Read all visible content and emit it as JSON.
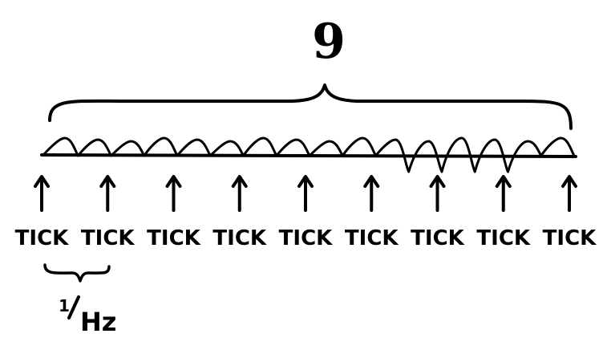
{
  "diagram": {
    "top_label": "9",
    "period_label": {
      "numerator": "1",
      "denominator": "Hz"
    },
    "ticks": [
      {
        "label": "TICK"
      },
      {
        "label": "TICK"
      },
      {
        "label": "TICK"
      },
      {
        "label": "TICK"
      },
      {
        "label": "TICK"
      },
      {
        "label": "TICK"
      },
      {
        "label": "TICK"
      },
      {
        "label": "TICK"
      },
      {
        "label": "TICK"
      }
    ],
    "ink_color": "#000000",
    "background_color": "#ffffff"
  }
}
